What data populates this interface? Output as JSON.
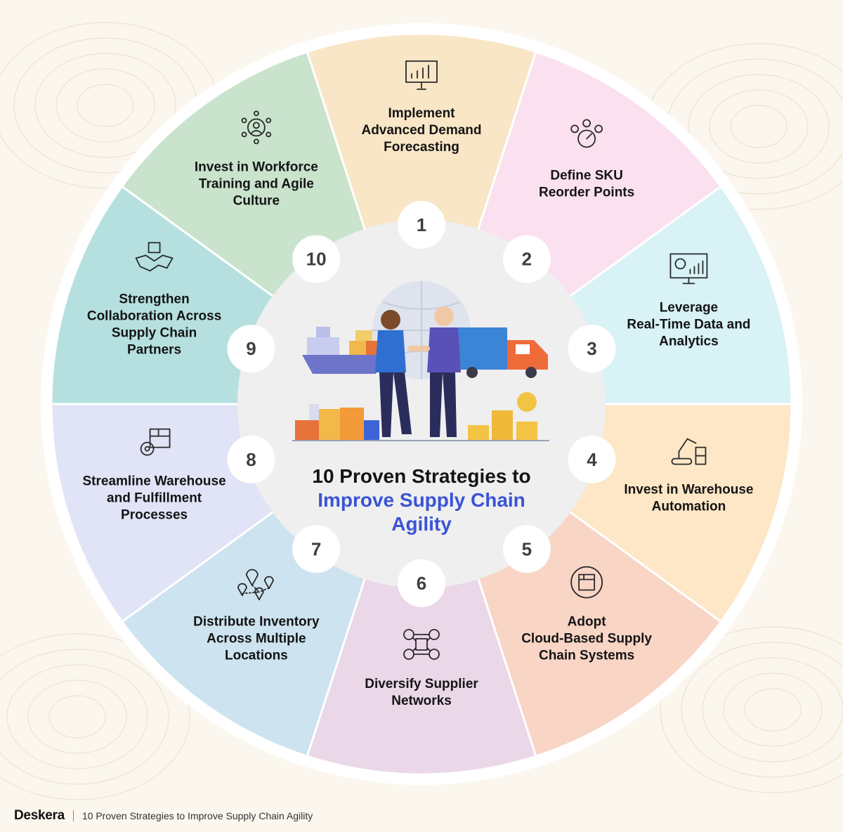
{
  "title": {
    "line1": "10 Proven Strategies to",
    "line2": "Improve Supply Chain",
    "line3": "Agility"
  },
  "footer": {
    "brand": "Deskera",
    "text": "10 Proven Strategies to Improve Supply Chain Agility"
  },
  "segments": [
    {
      "number": "1",
      "lines": [
        "Implement",
        "Advanced Demand",
        "Forecasting"
      ],
      "color": "#f8e6c6",
      "icon": "presentation-chart-icon"
    },
    {
      "number": "2",
      "lines": [
        "Define SKU",
        "Reorder Points"
      ],
      "color": "#fbe1ef",
      "icon": "gauge-settings-icon"
    },
    {
      "number": "3",
      "lines": [
        "Leverage",
        "Real-Time Data and",
        "Analytics"
      ],
      "color": "#d8f2f6",
      "icon": "monitor-analytics-icon"
    },
    {
      "number": "4",
      "lines": [
        "Invest in Warehouse",
        "Automation"
      ],
      "color": "#fde7c6",
      "icon": "robotic-arm-icon"
    },
    {
      "number": "5",
      "lines": [
        "Adopt",
        "Cloud-Based Supply",
        "Chain Systems"
      ],
      "color": "#f9d5c6",
      "icon": "cloud-box-network-icon"
    },
    {
      "number": "6",
      "lines": [
        "Diversify Supplier",
        "Networks"
      ],
      "color": "#ead7e8",
      "icon": "supplier-network-icon"
    },
    {
      "number": "7",
      "lines": [
        "Distribute Inventory",
        "Across Multiple",
        "Locations"
      ],
      "color": "#cde3ef",
      "icon": "location-pins-icon"
    },
    {
      "number": "8",
      "lines": [
        "Streamline Warehouse",
        "and Fulfillment",
        "Processes"
      ],
      "color": "#e1e3f6",
      "icon": "box-gear-icon"
    },
    {
      "number": "9",
      "lines": [
        "Strengthen",
        "Collaboration Across",
        "Supply Chain",
        "Partners"
      ],
      "color": "#b5e0df",
      "icon": "handshake-box-icon"
    },
    {
      "number": "10",
      "lines": [
        "Invest in Workforce",
        "Training and Agile",
        "Culture"
      ],
      "color": "#c9e3cd",
      "icon": "people-network-icon"
    }
  ]
}
